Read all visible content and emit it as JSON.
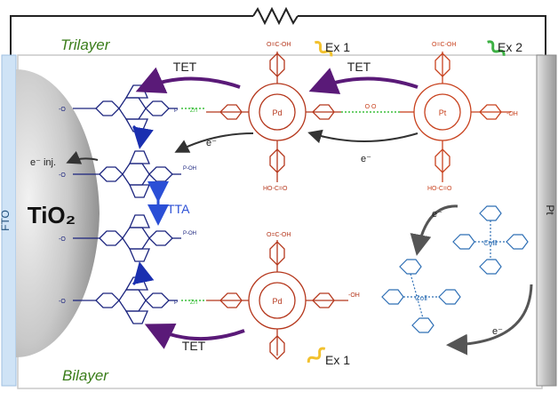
{
  "labels": {
    "trilayer": "Trilayer",
    "bilayer": "Bilayer",
    "tet_upper_left": "TET",
    "tet_upper_right": "TET",
    "tet_lower": "TET",
    "ex1_upper": "Ex 1",
    "ex2": "Ex 2",
    "ex1_lower": "Ex 1",
    "e_inj": "e⁻ inj.",
    "tta": "TTA",
    "tio2": "TiO₂",
    "fto": "FTO",
    "pt": "Pt",
    "e_upper_1": "e⁻",
    "e_upper_2": "e⁻",
    "e_cobalt_top": "e⁻",
    "e_cobalt_bottom": "e⁻",
    "pd_upper": "Pd",
    "pt_metal": "Pt",
    "pd_lower": "Pd",
    "zn_upper": "Zn",
    "zn_lower": "Zn",
    "co_upper": "CoⅢ",
    "co_lower": "CoⅡ"
  },
  "colors": {
    "anthracene": "#1a237e",
    "pd_porphyrin": "#b5371c",
    "pt_porphyrin": "#c8421e",
    "cobalt": "#2e6fb5",
    "tet_arrow": "#5a1a78",
    "tta_arrow": "#2b4fd6",
    "ex1": "#f2c12e",
    "ex2": "#3cb043",
    "label_green": "#3a7d1a",
    "zn_bond": "#3bbf3b"
  },
  "icons": {
    "resistor": "resistor-icon",
    "ex1": "wavy-photon-icon",
    "ex2": "wavy-photon-icon"
  }
}
